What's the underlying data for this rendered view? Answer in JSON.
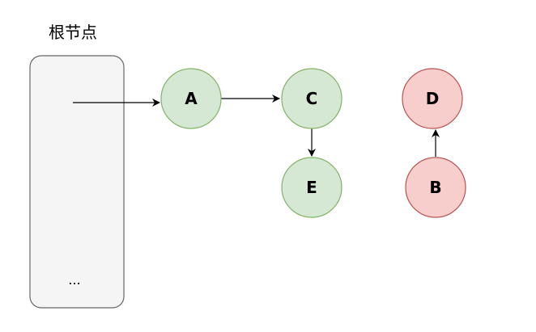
{
  "root": {
    "title": "根节点",
    "ellipsis": "..."
  },
  "nodes": {
    "A": {
      "label": "A",
      "status": "reachable",
      "fill": "#d5e8d4",
      "stroke": "#82b366"
    },
    "C": {
      "label": "C",
      "status": "reachable",
      "fill": "#d5e8d4",
      "stroke": "#82b366"
    },
    "E": {
      "label": "E",
      "status": "reachable",
      "fill": "#d5e8d4",
      "stroke": "#82b366"
    },
    "D": {
      "label": "D",
      "status": "unreachable",
      "fill": "#f8cecc",
      "stroke": "#b85450"
    },
    "B": {
      "label": "B",
      "status": "unreachable",
      "fill": "#f8cecc",
      "stroke": "#b85450"
    }
  },
  "edges": [
    {
      "from": "root",
      "to": "A"
    },
    {
      "from": "A",
      "to": "C"
    },
    {
      "from": "C",
      "to": "E"
    },
    {
      "from": "B",
      "to": "D"
    }
  ]
}
